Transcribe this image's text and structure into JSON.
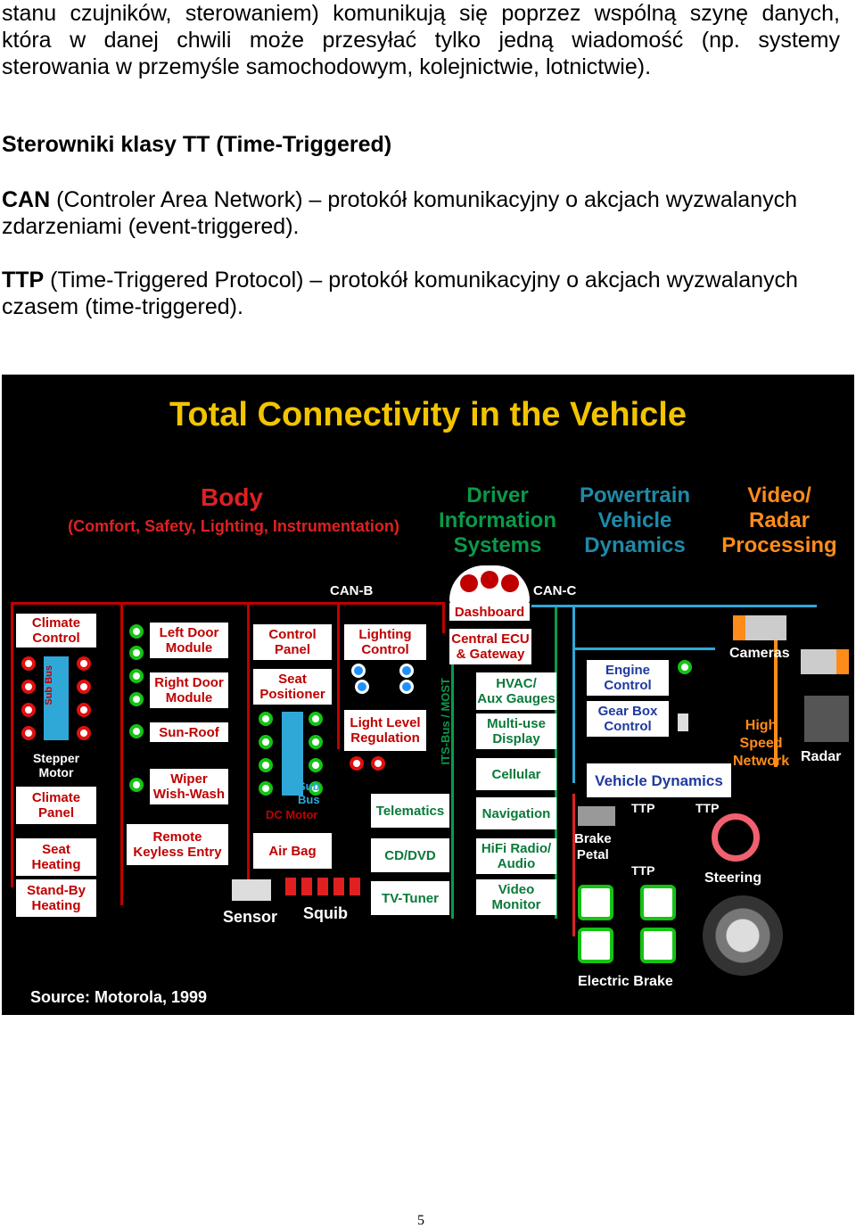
{
  "text": {
    "para1_line1": "stanu czujników, sterowaniem) komunikują się poprzez wspólną szynę danych,",
    "para1_line2": "która w danej chwili może przesyłać tylko jedną wiadomość  (np. systemy",
    "para1_line3": "sterowania w przemyśle samochodowym, kolejnictwie, lotnictwie).",
    "heading": "Sterowniki klasy TT (Time-Triggered)",
    "can_term": "CAN",
    "can_line1": " (Controler Area Network) – protokół komunikacyjny o akcjach wyzwalanych",
    "can_line2": "zdarzeniami (event-triggered).",
    "ttp_term": "TTP",
    "ttp_line1": " (Time-Triggered Protocol) – protokół komunikacyjny o akcjach wyzwalanych",
    "ttp_line2": "czasem (time-triggered).",
    "page_number": "5"
  },
  "figure": {
    "title": "Total Connectivity in the Vehicle",
    "body_heading": "Body",
    "body_sub": "(Comfort, Safety, Lighting, Instrumentation)",
    "dis_heading": "Driver\nInformation\nSystems",
    "pt_heading": "Powertrain\nVehicle\nDynamics",
    "video_heading": "Video/\nRadar\nProcessing",
    "can_b": "CAN-B",
    "can_c": "CAN-C",
    "dashboard": "Dashboard",
    "central_ecu": "Central ECU\n& Gateway",
    "its_bus": "ITS-Bus / MOST",
    "sub_bus_left": "Sub Bus",
    "sub_bus_dc": "Sub\nBus",
    "dc_motor": "DC Motor",
    "stepper_motor": "Stepper\nMotor",
    "sensor": "Sensor",
    "squib": "Squib",
    "cameras": "Cameras",
    "high_speed_network": "High\nSpeed\nNetwork",
    "radar": "Radar",
    "vehicle_dynamics": "Vehicle Dynamics",
    "ttp1": "TTP",
    "ttp2": "TTP",
    "ttp3": "TTP",
    "brake_petal": "Brake\nPetal",
    "steering": "Steering",
    "electric_brake": "Electric Brake",
    "source": "Source: Motorola, 1999",
    "boxes": {
      "climate_control": "Climate\nControl",
      "climate_panel": "Climate\nPanel",
      "seat_heating": "Seat\nHeating",
      "standby_heating": "Stand-By\nHeating",
      "left_door": "Left Door\nModule",
      "right_door": "Right Door\nModule",
      "sun_roof": "Sun-Roof",
      "wiper": "Wiper\nWish-Wash",
      "remote_keyless": "Remote\nKeyless Entry",
      "control_panel": "Control\nPanel",
      "seat_positioner": "Seat\nPositioner",
      "air_bag": "Air Bag",
      "lighting_control": "Lighting\nControl",
      "light_level": "Light Level\nRegulation",
      "telematics": "Telematics",
      "cd_dvd": "CD/DVD",
      "tv_tuner": "TV-Tuner",
      "hvac": "HVAC/\nAux Gauges",
      "multiuse": "Multi-use\nDisplay",
      "cellular": "Cellular",
      "navigation": "Navigation",
      "hifi": "HiFi Radio/\nAudio",
      "video_monitor": "Video\nMonitor",
      "engine_control": "Engine\nControl",
      "gearbox_control": "Gear Box\nControl"
    }
  }
}
